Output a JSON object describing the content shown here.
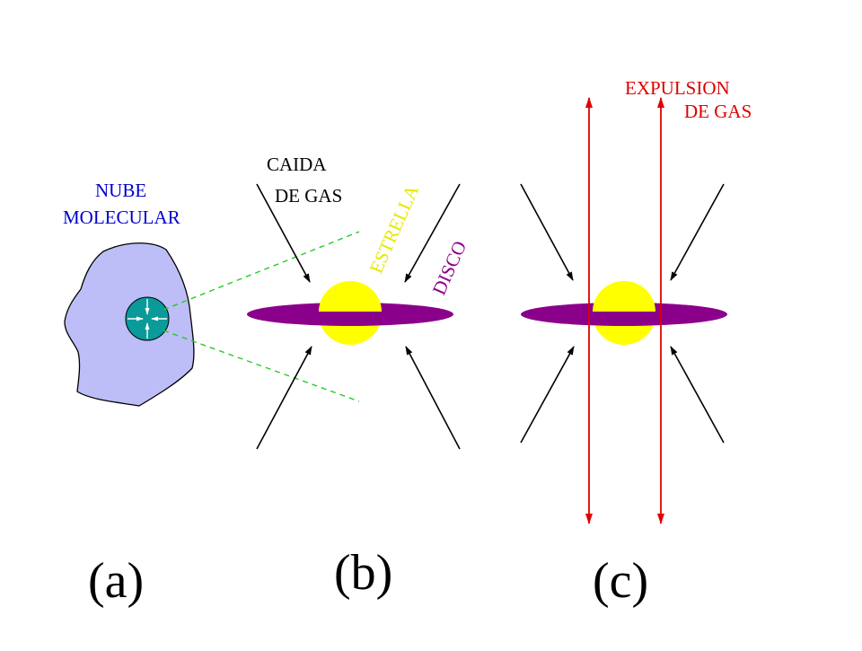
{
  "labels": {
    "nube_line1": "NUBE",
    "nube_line2": "MOLECULAR",
    "caida_line1": "CAIDA",
    "caida_line2": "DE GAS",
    "estrella": "ESTRELLA",
    "disco": "DISCO",
    "expulsion_line1": "EXPULSION",
    "expulsion_line2": "DE GAS"
  },
  "panels": {
    "a": "(a)",
    "b": "(b)",
    "c": "(c)"
  },
  "colors": {
    "cloud_fill": "#bdbdf7",
    "core_fill": "#0a9a9a",
    "disk": "#8b008b",
    "star": "#ffff00",
    "zoom_lines": "#22cc22",
    "infall_arrows": "#000000",
    "outflow_arrows": "#e00000",
    "label_blue": "#0000cc",
    "label_black": "#000000",
    "label_yellow": "#e8e800",
    "label_purple": "#8b008b",
    "label_red": "#dd0000"
  }
}
